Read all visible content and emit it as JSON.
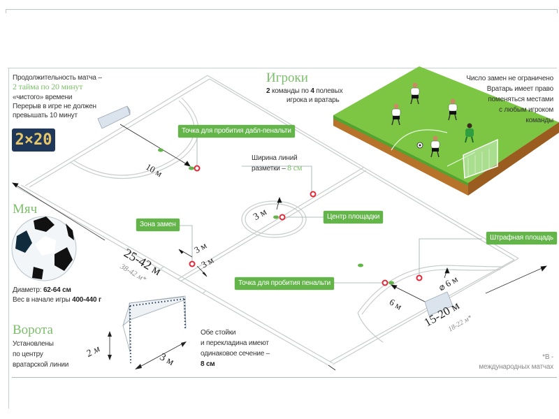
{
  "duration": {
    "line1": "Продолжительность матча –",
    "highlight": "2 тайма по 20 минут",
    "line3": "«чистого» времени",
    "line4": "Перерыв в игре не должен",
    "line5": "превышать 10 минут",
    "scoreboard": "2×20"
  },
  "players": {
    "title": "Игроки",
    "desc_num1": "2",
    "desc_part1": " команды по ",
    "desc_num2": "4",
    "desc_part2": " полевых",
    "desc_line2": "игрока и вратарь"
  },
  "substitutions": {
    "lines": [
      "Число замен не ограничено",
      "Вратарь имеет право",
      "поменяться местами",
      "с любым игроком",
      "команды"
    ]
  },
  "ball": {
    "title": "Мяч",
    "diameter_label": "Диаметр: ",
    "diameter_value": "62-64 см",
    "weight_label": "Вес в начале игры ",
    "weight_value": "400-440 г"
  },
  "goal": {
    "title": "Ворота",
    "lines": [
      "Установлены",
      "по центру",
      "вратарской линии"
    ],
    "height": "2 м",
    "width": "3 м",
    "section_lines": [
      "Обе стойки",
      "и перекладина имеют",
      "одинаковое сечение –"
    ],
    "section_value": "8 см"
  },
  "line_width": {
    "line1": "Ширина линий",
    "line2": "разметки – ",
    "value": "8 см"
  },
  "callouts": {
    "double_penalty": "Точка для пробития дабл-пенальти",
    "center": "Центр площадки",
    "sub_zone": "Зона замен",
    "penalty_spot": "Точка для пробития пенальти",
    "penalty_area": "Штрафная площадь"
  },
  "dimensions": {
    "double_penalty_dist": "10 м",
    "center_circle": "3 м",
    "sub_zone_a": "3 м",
    "sub_zone_b": "3 м",
    "length": "25-42 м",
    "length_intl": "38-42 м*",
    "penalty_dist": "6 м",
    "penalty_radius": "⌀ 6 м",
    "width": "15-20 м",
    "width_intl": "18-22 м*"
  },
  "footnote": {
    "line1": "*В -",
    "line2": "международных матчах"
  },
  "colors": {
    "accent_green": "#63b54a",
    "heading_green": "#7cbf6a",
    "marker_red": "#e0283a",
    "scoreboard_bg": "#1f3758",
    "scoreboard_digits": "#e7c66a"
  }
}
